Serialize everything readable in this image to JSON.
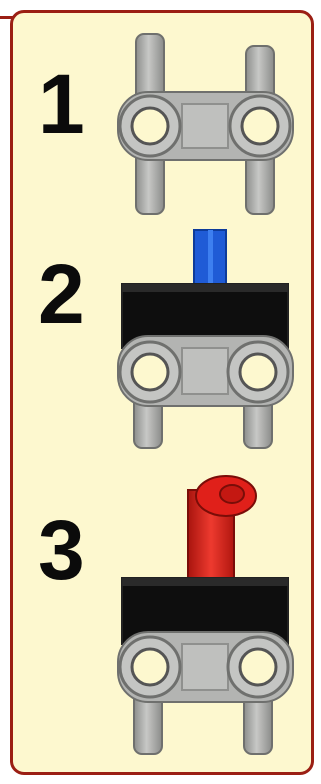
{
  "steps": [
    {
      "number": "1",
      "illustration": "h-connector-icon"
    },
    {
      "number": "2",
      "illustration": "h-connector-with-black-plate-and-blue-axle-icon"
    },
    {
      "number": "3",
      "illustration": "h-connector-with-black-plate-and-red-lever-icon"
    }
  ],
  "colors": {
    "panel_bg": "#fdf8cf",
    "panel_border": "#9b1f14",
    "part_gray": "#a7a8a6",
    "plate_black": "#0e0e0e",
    "axle_blue": "#1f5bd6",
    "lever_red": "#e0201a"
  }
}
